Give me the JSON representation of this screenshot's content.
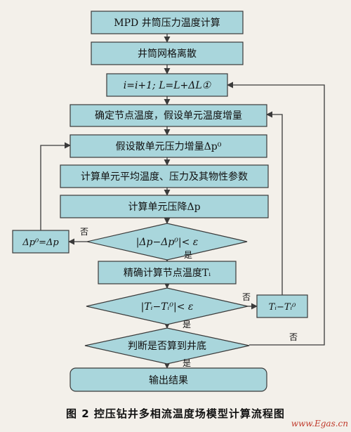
{
  "nodes": {
    "start": "MPD 井筒压力温度计算",
    "mesh": "井筒网格离散",
    "increment": "i=i+1; L=L+ΔL①",
    "node_temp": "确定节点温度，假设单元温度增量",
    "assume_pressure": "假设散单元压力增量Δp⁰",
    "avg_props": "计算单元平均温度、压力及其物性参数",
    "pressure_drop": "计算单元压降Δp",
    "check_pressure": "|Δp−Δp⁰|< ε",
    "reset_pressure": "Δp⁰=Δp",
    "precise_temp": "精确计算节点温度Tᵢ",
    "check_temp": "|Tᵢ−Tᵢ⁰|< ε",
    "reset_temp": "Tᵢ−Tᵢ⁰",
    "check_bottom": "判断是否算到井底",
    "output": "输出结果"
  },
  "labels": {
    "yes": "是",
    "no": "否"
  },
  "caption": "图 2    控压钻井多相流温度场模型计算流程图",
  "watermark": "www.Egas.cn",
  "colors": {
    "box_fill": "#a9d6dc",
    "stroke": "#3a3a3a",
    "text": "#111111",
    "watermark": "#c0392b"
  }
}
